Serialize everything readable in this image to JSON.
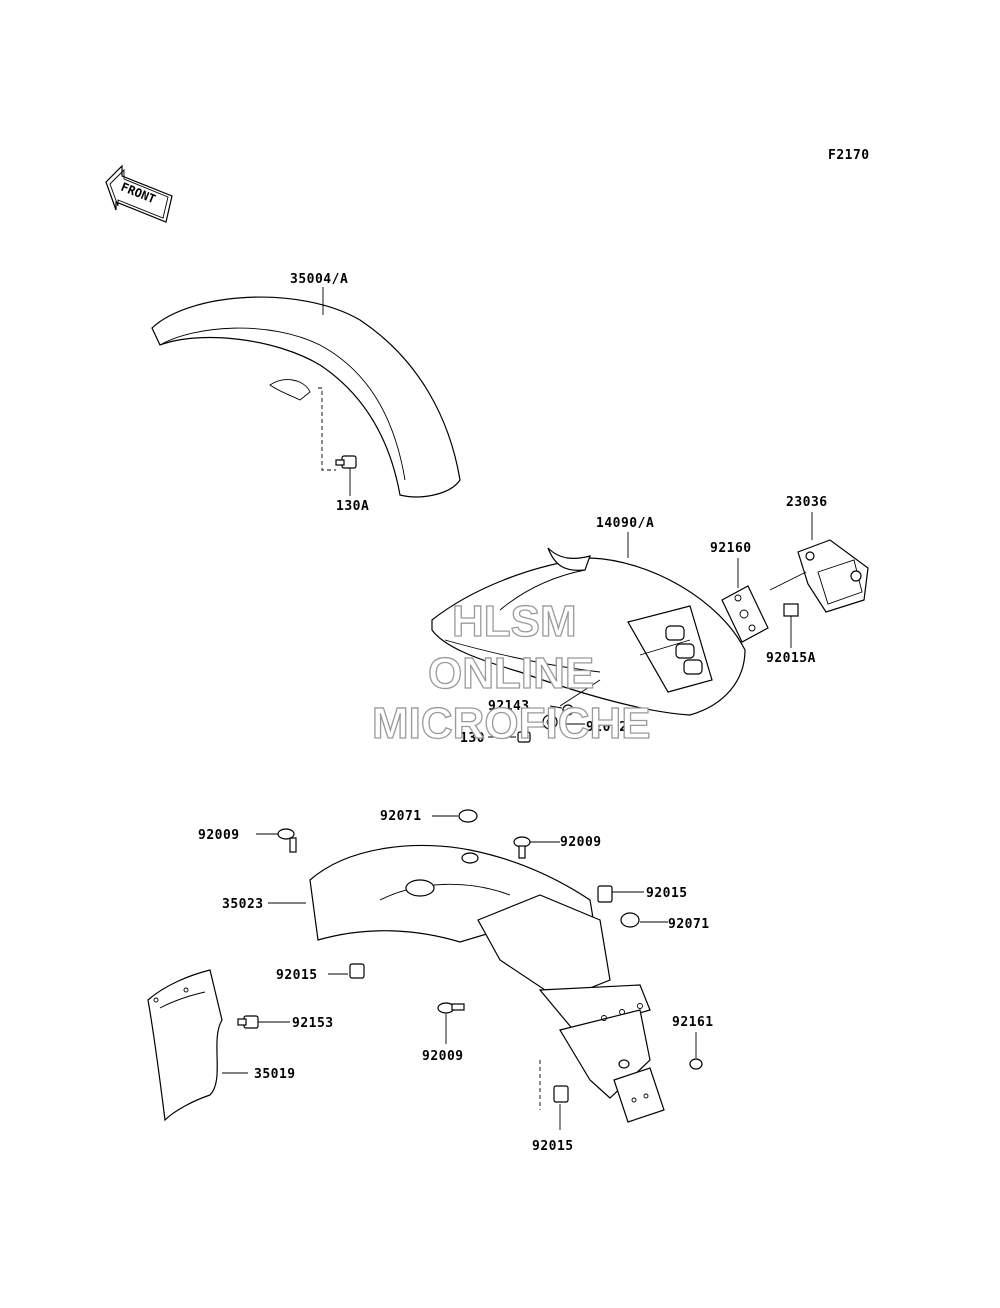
{
  "diagram": {
    "code": "F2170",
    "front_arrow_text": "FRONT",
    "watermark": [
      "HLSM",
      "ONLINE",
      "MICROFICHE"
    ],
    "parts": {
      "p35004A": "35004/A",
      "p130A": "130A",
      "p14090A": "14090/A",
      "p92160": "92160",
      "p23036": "23036",
      "p92015A": "92015A",
      "p92143": "92143",
      "p92022": "92022",
      "p130": "130",
      "p92071_top": "92071",
      "p92009_left": "92009",
      "p92009_mid": "92009",
      "p35023": "35023",
      "p92015_right": "92015",
      "p92071_right": "92071",
      "p92015_left": "92015",
      "p92153": "92153",
      "p35019": "35019",
      "p92009_bottom": "92009",
      "p92161": "92161",
      "p92015_bottom": "92015"
    }
  }
}
